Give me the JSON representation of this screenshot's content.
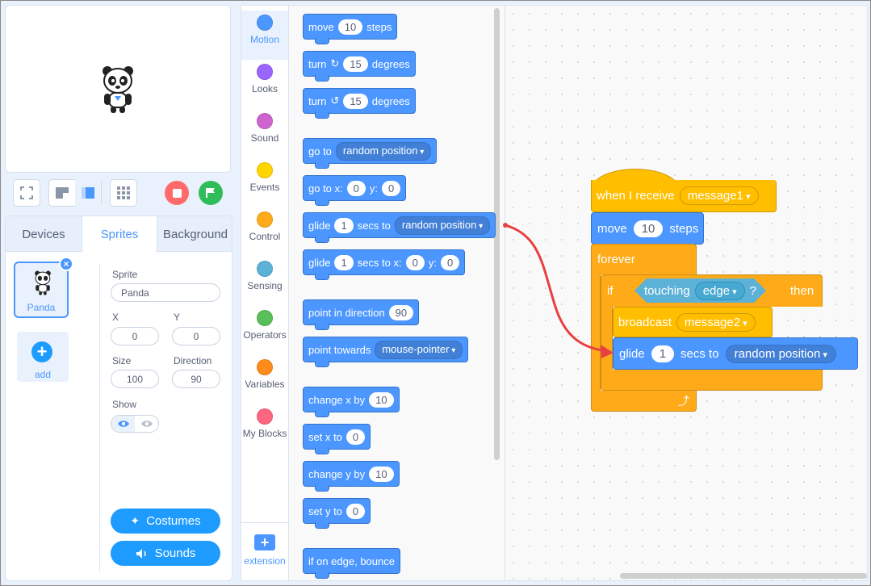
{
  "sprite_tabs": [
    "Devices",
    "Sprites",
    "Background"
  ],
  "sprite_list": {
    "selected_name": "Panda",
    "add_label": "add"
  },
  "props": {
    "sprite_label": "Sprite",
    "sprite_value": "Panda",
    "x_label": "X",
    "x_value": "0",
    "y_label": "Y",
    "y_value": "0",
    "size_label": "Size",
    "size_value": "100",
    "direction_label": "Direction",
    "direction_value": "90",
    "show_label": "Show"
  },
  "buttons": {
    "costumes": "Costumes",
    "sounds": "Sounds"
  },
  "categories": [
    {
      "label": "Motion",
      "color": "#4c97ff"
    },
    {
      "label": "Looks",
      "color": "#9966ff"
    },
    {
      "label": "Sound",
      "color": "#cf63cf"
    },
    {
      "label": "Events",
      "color": "#ffd500"
    },
    {
      "label": "Control",
      "color": "#ffab19"
    },
    {
      "label": "Sensing",
      "color": "#5cb1d6"
    },
    {
      "label": "Operators",
      "color": "#59c059"
    },
    {
      "label": "Variables",
      "color": "#ff8c1a"
    },
    {
      "label": "My Blocks",
      "color": "#ff6680"
    }
  ],
  "extension_label": "extension",
  "palette": {
    "move": {
      "a": "move",
      "n": "10",
      "b": "steps"
    },
    "turn_cw": {
      "a": "turn",
      "n": "15",
      "b": "degrees"
    },
    "turn_ccw": {
      "a": "turn",
      "n": "15",
      "b": "degrees"
    },
    "goto": {
      "a": "go to",
      "d": "random position"
    },
    "goto_xy": {
      "a": "go to x:",
      "x": "0",
      "b": "y:",
      "y": "0"
    },
    "glide": {
      "a": "glide",
      "n": "1",
      "b": "secs to",
      "d": "random position"
    },
    "glide_xy": {
      "a": "glide",
      "n": "1",
      "b": "secs to x:",
      "x": "0",
      "c": "y:",
      "y": "0"
    },
    "point_dir": {
      "a": "point in direction",
      "n": "90"
    },
    "point_towards": {
      "a": "point towards",
      "d": "mouse-pointer"
    },
    "change_x": {
      "a": "change x by",
      "n": "10"
    },
    "set_x": {
      "a": "set x to",
      "n": "0"
    },
    "change_y": {
      "a": "change y by",
      "n": "10"
    },
    "set_y": {
      "a": "set y to",
      "n": "0"
    },
    "bounce": {
      "a": "if on edge, bounce"
    }
  },
  "script": {
    "when_receive": "when I receive",
    "message1": "message1",
    "move": "move",
    "move_n": "10",
    "steps": "steps",
    "forever": "forever",
    "if": "if",
    "touching": "touching",
    "edge": "edge",
    "q": "?",
    "then": "then",
    "broadcast": "broadcast",
    "message2": "message2",
    "glide": "glide",
    "glide_n": "1",
    "secs_to": "secs to",
    "random_position": "random position"
  }
}
